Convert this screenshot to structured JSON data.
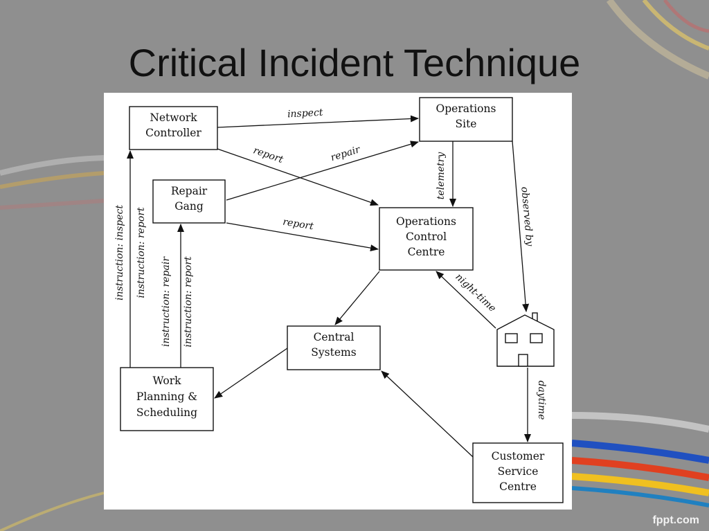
{
  "slide": {
    "title": "Critical Incident Technique",
    "watermark": "fppt.com"
  },
  "nodes": {
    "network_controller": [
      "Network",
      "Controller"
    ],
    "operations_site": [
      "Operations",
      "Site"
    ],
    "repair_gang": [
      "Repair",
      "Gang"
    ],
    "operations_control_centre": [
      "Operations",
      "Control",
      "Centre"
    ],
    "central_systems": [
      "Central",
      "Systems"
    ],
    "work_planning": [
      "Work",
      "Planning &",
      "Scheduling"
    ],
    "customer_service_centre": [
      "Customer",
      "Service",
      "Centre"
    ]
  },
  "edges": {
    "inspect": "inspect",
    "report_nc": "report",
    "repair": "repair",
    "report_rg": "report",
    "telemetry": "telemetry",
    "observed_by": "observed by",
    "night_time": "night-time",
    "daytime": "daytime",
    "instruction_inspect": "instruction: inspect",
    "instruction_report_1": "instruction: report",
    "instruction_repair": "instruction: repair",
    "instruction_report_2": "instruction: report"
  },
  "colors": {
    "background": "#8f8f8f",
    "panel": "#ffffff",
    "ink": "#111111"
  }
}
